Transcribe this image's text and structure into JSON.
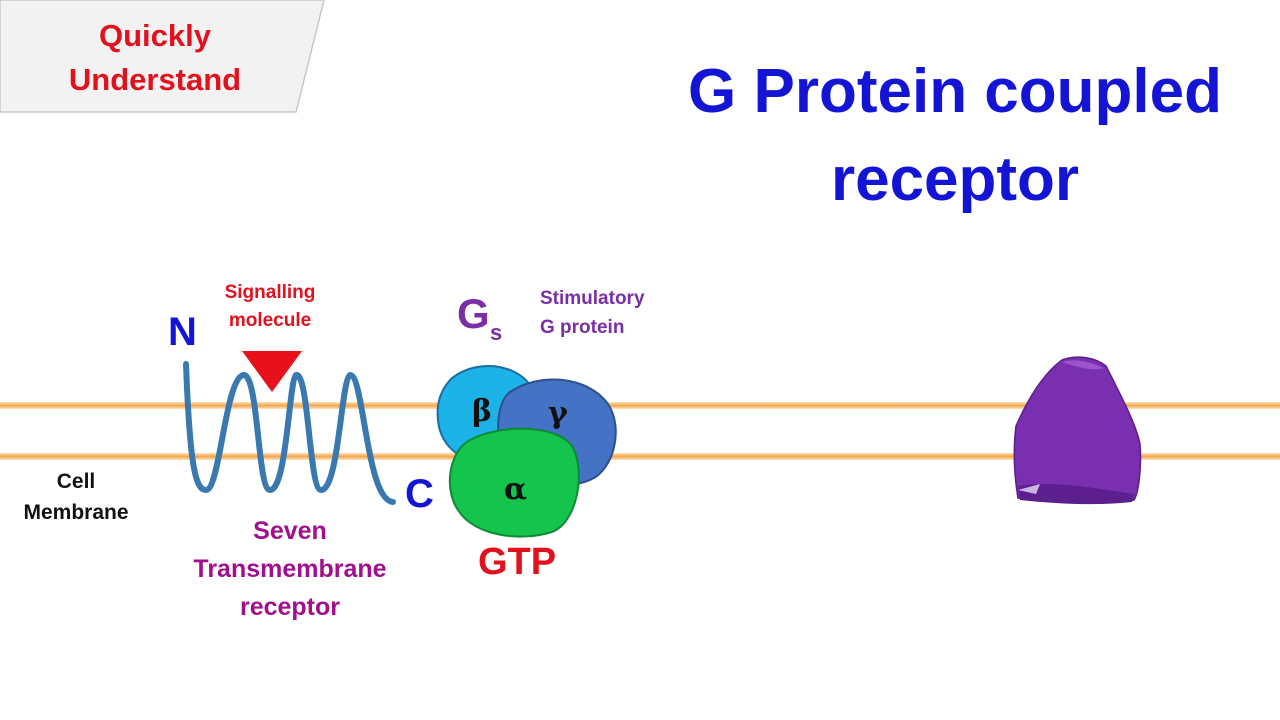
{
  "badge": {
    "line1": "Quickly",
    "line2": "Understand"
  },
  "title": {
    "line1": "G Protein coupled",
    "line2": "receptor"
  },
  "labels": {
    "cell_membrane_line1": "Cell",
    "cell_membrane_line2": "Membrane",
    "signalling_line1": "Signalling",
    "signalling_line2": "molecule",
    "n_terminus": "N",
    "c_terminus": "C",
    "receptor_line1": "Seven",
    "receptor_line2": "Transmembrane",
    "receptor_line3": "receptor",
    "gs_main": "G",
    "gs_sub": "s",
    "stimulatory_line1": "Stimulatory",
    "stimulatory_line2": "G protein",
    "gtp": "GTP",
    "beta": "β",
    "gamma": "γ",
    "alpha": "α"
  },
  "colors": {
    "badge_text": "#e3111e",
    "title": "#1414d4",
    "membrane_line": "#f4a64a",
    "receptor_helix": "#3a78b0",
    "signalling_molecule": "#e8101a",
    "beta_subunit": "#1db3e8",
    "gamma_subunit": "#4472c4",
    "alpha_subunit": "#14c44c",
    "effector_protein": "#7a2fb0"
  }
}
